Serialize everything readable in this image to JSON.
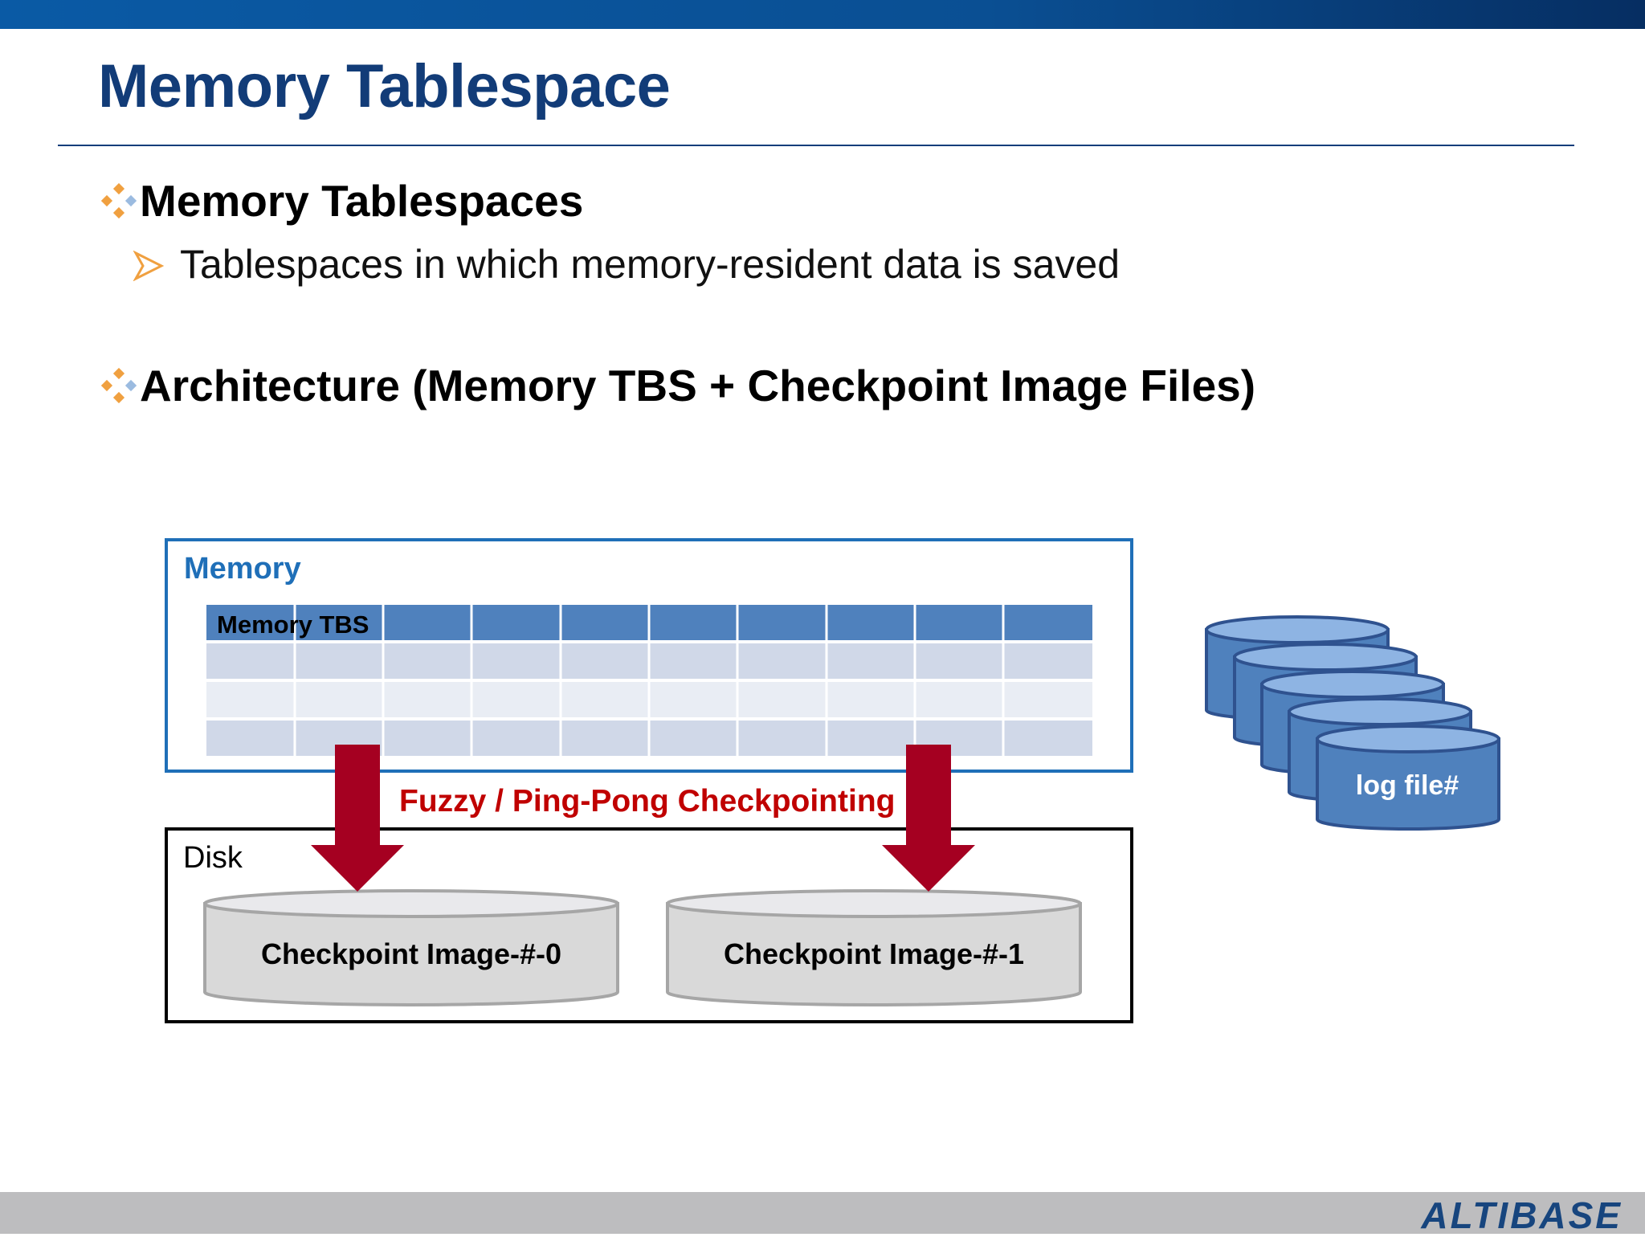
{
  "slide": {
    "title": "Memory Tablespace",
    "bullets": [
      {
        "heading": "Memory Tablespaces",
        "sub": "Tablespaces in which memory-resident data is saved"
      },
      {
        "heading": "Architecture (Memory TBS + Checkpoint Image Files)"
      }
    ]
  },
  "diagram": {
    "memory_label": "Memory",
    "tbs_label": "Memory TBS",
    "checkpoint_label": "Fuzzy / Ping-Pong Checkpointing",
    "disk_label": "Disk",
    "image_0": "Checkpoint Image-#-0",
    "image_1": "Checkpoint Image-#-1",
    "log_label": "log file#"
  },
  "footer": {
    "logo": "ALTIBASE"
  },
  "colors": {
    "title": "#123c78",
    "accent_bullet": "#f0a040",
    "memory_border": "#1f6fb8",
    "tbs_header": "#4f81bd",
    "arrow": "#a50021",
    "log_cylinder": "#4f81bd"
  },
  "icons": {
    "bullet": "diamond-bullet-icon",
    "sub_bullet": "arrow-bullet-icon"
  }
}
